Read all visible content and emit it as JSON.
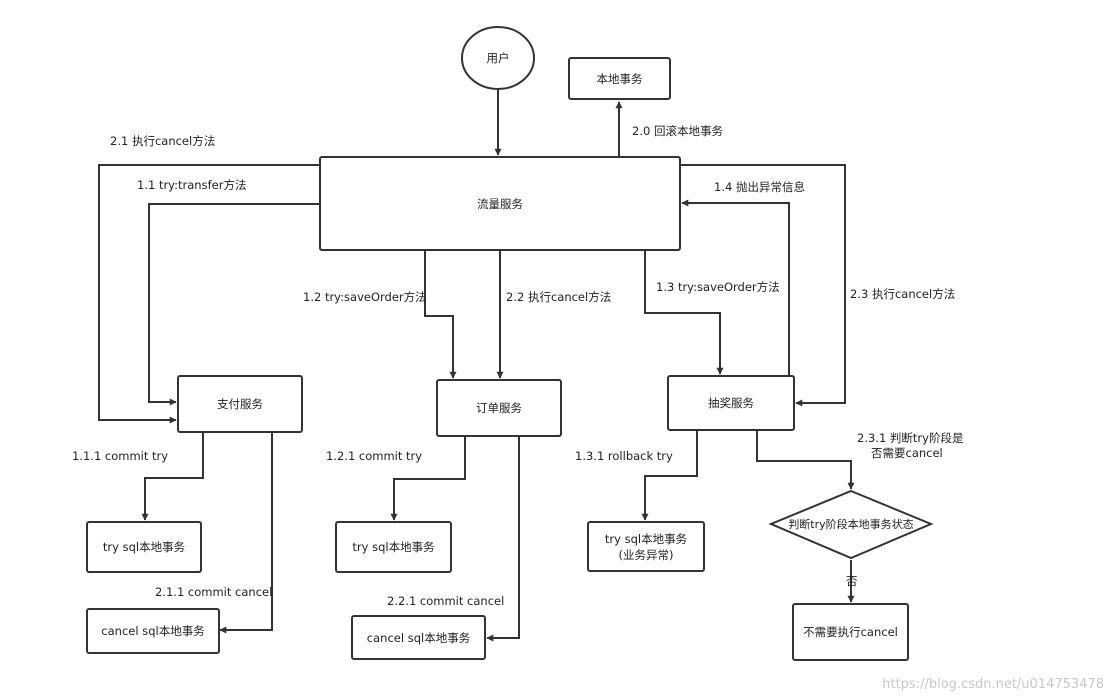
{
  "nodes": {
    "user": "用户",
    "local_tx_top": "本地事务",
    "flow_service": "流量服务",
    "pay_service": "支付服务",
    "order_service": "订单服务",
    "lottery_service": "抽奖服务",
    "pay_try_sql": "try sql本地事务",
    "pay_cancel_sql": "cancel sql本地事务",
    "order_try_sql": "try sql本地事务",
    "order_cancel_sql": "cancel sql本地事务",
    "lottery_try_sql_line1": "try sql本地事务",
    "lottery_try_sql_line2": "(业务异常)",
    "decision": "判断try阶段本地事务状态",
    "no_cancel": "不需要执行cancel"
  },
  "edges": {
    "e_2_0": "2.0 回滚本地事务",
    "e_2_1": "2.1 执行cancel方法",
    "e_1_1": "1.1 try:transfer方法",
    "e_1_4": "1.4 抛出异常信息",
    "e_1_2": "1.2 try:saveOrder方法",
    "e_2_2": "2.2 执行cancel方法",
    "e_1_3": "1.3 try:saveOrder方法",
    "e_2_3": "2.3 执行cancel方法",
    "e_1_1_1": "1.1.1 commit try",
    "e_2_1_1": "2.1.1 commit cancel",
    "e_1_2_1": "1.2.1 commit try",
    "e_2_2_1": "2.2.1 commit cancel",
    "e_1_3_1": "1.3.1 rollback try",
    "e_2_3_1_line1": "2.3.1 判断try阶段是",
    "e_2_3_1_line2": "否需要cancel",
    "e_no": "否"
  },
  "watermark": "https://blog.csdn.net/u014753478"
}
